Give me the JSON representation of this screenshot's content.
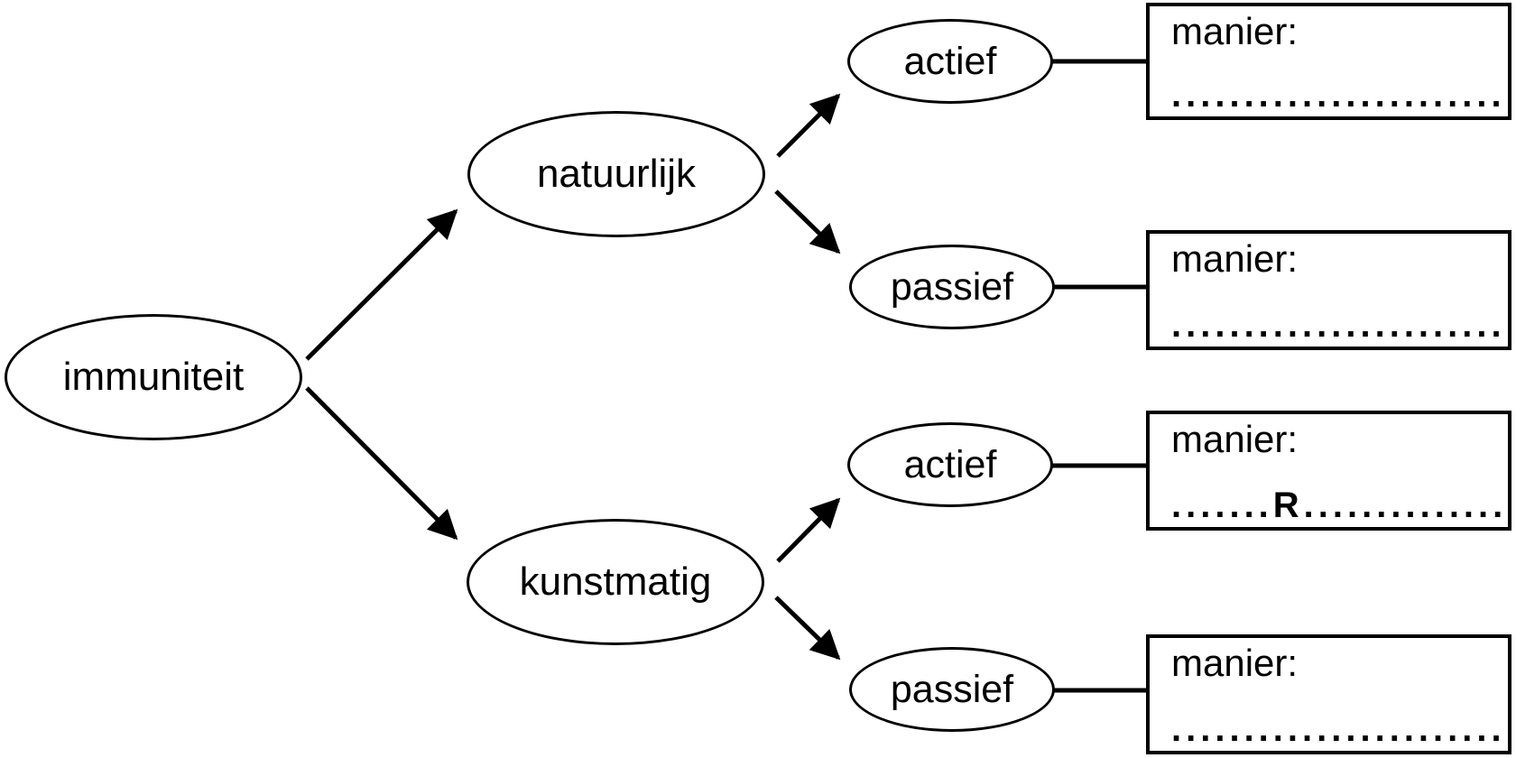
{
  "diagram": {
    "root": {
      "label": "immuniteit"
    },
    "branches": [
      {
        "label": "natuurlijk",
        "children": [
          {
            "label": "actief"
          },
          {
            "label": "passief"
          }
        ]
      },
      {
        "label": "kunstmatig",
        "children": [
          {
            "label": "actief"
          },
          {
            "label": "passief"
          }
        ]
      }
    ],
    "boxes": [
      {
        "label": "manier:",
        "fill": ".........................."
      },
      {
        "label": "manier:",
        "fill": ".........................."
      },
      {
        "label": "manier:",
        "fill": ".......R................"
      },
      {
        "label": "manier:",
        "fill": ".........................."
      }
    ],
    "colors": {
      "line": "#000000",
      "background": "#ffffff"
    }
  }
}
